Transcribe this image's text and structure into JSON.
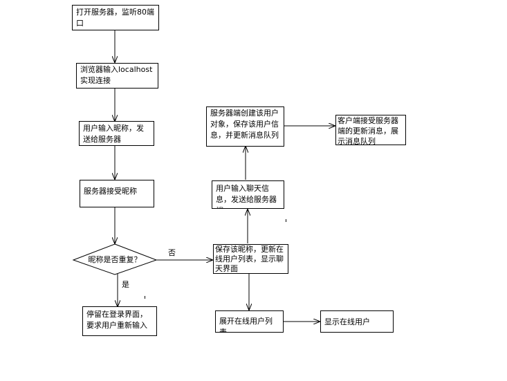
{
  "nodes": {
    "open_server": "打开服务器，监听80端口",
    "browser_connect": "浏览器输入localhost实现连接",
    "input_nickname": "用户输入昵称，发送给服务器",
    "server_receive": "服务器接受昵称",
    "decision": "昵称是否重复？",
    "stay_login": "停留在登录界面，要求用户重新输入",
    "save_nickname": "保存该昵称，更新在线用户列表，显示聊天界面",
    "input_chat": "用户输入聊天信息，发送给服务器端",
    "create_user": "服务器端创建该用户对象，保存该用户信息，并更新消息队列",
    "client_receive": "客户端接受服务器端的更新消息，展示消息队列",
    "expand_list": "展开在线用户列表",
    "show_online": "显示在线用户"
  },
  "edge_labels": {
    "no": "否",
    "yes": "是"
  },
  "colors": {
    "stroke": "#000000",
    "fill": "#ffffff"
  }
}
